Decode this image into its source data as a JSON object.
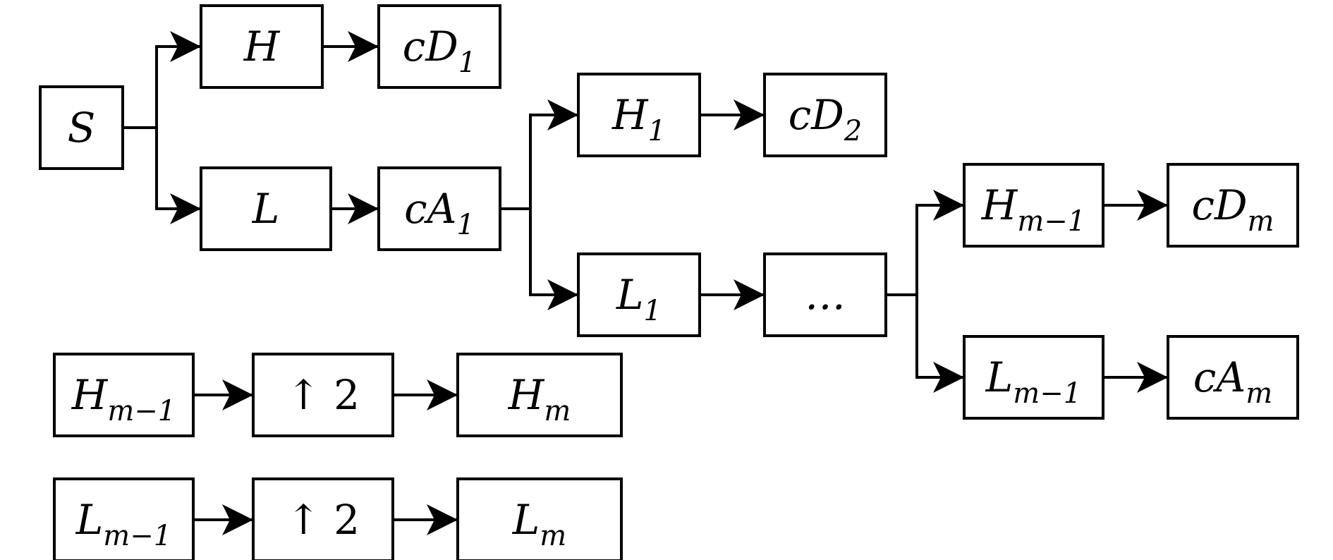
{
  "diagram": {
    "nodes": [
      {
        "id": "s",
        "base": "S",
        "sub": ""
      },
      {
        "id": "h",
        "base": "H",
        "sub": ""
      },
      {
        "id": "cd1",
        "base": "cD",
        "sub": "1"
      },
      {
        "id": "l",
        "base": "L",
        "sub": ""
      },
      {
        "id": "ca1",
        "base": "cA",
        "sub": "1"
      },
      {
        "id": "h1",
        "base": "H",
        "sub": "1"
      },
      {
        "id": "cd2",
        "base": "cD",
        "sub": "2"
      },
      {
        "id": "l1",
        "base": "L",
        "sub": "1"
      },
      {
        "id": "dots",
        "base": "…",
        "sub": ""
      },
      {
        "id": "hm1",
        "base": "H",
        "sub": "m−1"
      },
      {
        "id": "cdm",
        "base": "cD",
        "sub": "m"
      },
      {
        "id": "lm1",
        "base": "L",
        "sub": "m−1"
      },
      {
        "id": "cam",
        "base": "cA",
        "sub": "m"
      },
      {
        "id": "hm1b",
        "base": "H",
        "sub": "m−1"
      },
      {
        "id": "up1",
        "base": "↑ 2",
        "sub": ""
      },
      {
        "id": "hm",
        "base": "H",
        "sub": "m"
      },
      {
        "id": "lm1b",
        "base": "L",
        "sub": "m−1"
      },
      {
        "id": "up2",
        "base": "↑ 2",
        "sub": ""
      },
      {
        "id": "lm",
        "base": "L",
        "sub": "m"
      }
    ],
    "edges": [
      {
        "from": "s",
        "to": "h"
      },
      {
        "from": "s",
        "to": "l"
      },
      {
        "from": "h",
        "to": "cd1"
      },
      {
        "from": "l",
        "to": "ca1"
      },
      {
        "from": "ca1",
        "to": "h1"
      },
      {
        "from": "ca1",
        "to": "l1"
      },
      {
        "from": "h1",
        "to": "cd2"
      },
      {
        "from": "l1",
        "to": "dots"
      },
      {
        "from": "dots",
        "to": "hm1"
      },
      {
        "from": "dots",
        "to": "lm1"
      },
      {
        "from": "hm1",
        "to": "cdm"
      },
      {
        "from": "lm1",
        "to": "cam"
      },
      {
        "from": "hm1b",
        "to": "up1"
      },
      {
        "from": "up1",
        "to": "hm"
      },
      {
        "from": "lm1b",
        "to": "up2"
      },
      {
        "from": "up2",
        "to": "lm"
      }
    ]
  }
}
